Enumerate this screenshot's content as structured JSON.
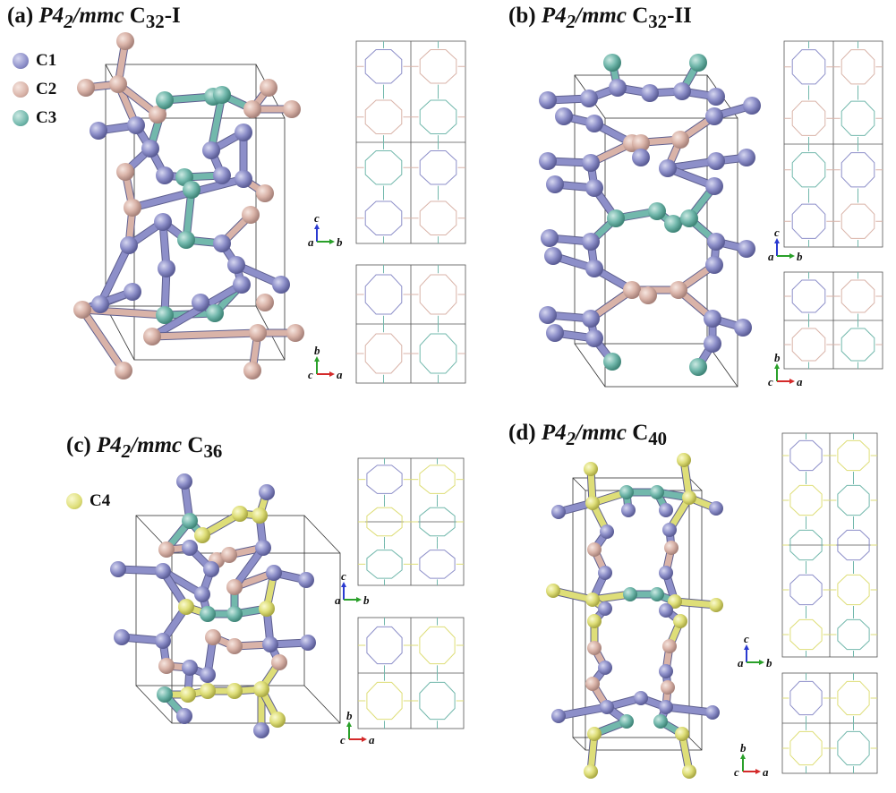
{
  "colors": {
    "C1": "#8d8fc9",
    "C2": "#d9b3a8",
    "C3": "#72b8ac",
    "C4": "#dede78",
    "cell": "#333333",
    "axis_x": "#d42a2a",
    "axis_y": "#2aa02a",
    "axis_z": "#2a3ad0"
  },
  "panels": [
    {
      "letter": "(a)",
      "group": "P4",
      "sub": "2",
      "suffix": "/mmc",
      "formula": "C",
      "fsub": "32",
      "tail": "-I"
    },
    {
      "letter": "(b)",
      "group": "P4",
      "sub": "2",
      "suffix": "/mmc",
      "formula": "C",
      "fsub": "32",
      "tail": "-II"
    },
    {
      "letter": "(c)",
      "group": "P4",
      "sub": "2",
      "suffix": "/mmc",
      "formula": "C",
      "fsub": "36",
      "tail": ""
    },
    {
      "letter": "(d)",
      "group": "P4",
      "sub": "2",
      "suffix": "/mmc",
      "formula": "C",
      "fsub": "40",
      "tail": ""
    }
  ],
  "legend_a": [
    "C1",
    "C2",
    "C3"
  ],
  "legend_c": [
    "C4"
  ],
  "axes": {
    "side": {
      "up": "c",
      "left": "a",
      "right": "b"
    },
    "top": {
      "up": "b",
      "left": "c",
      "right": "a"
    }
  }
}
